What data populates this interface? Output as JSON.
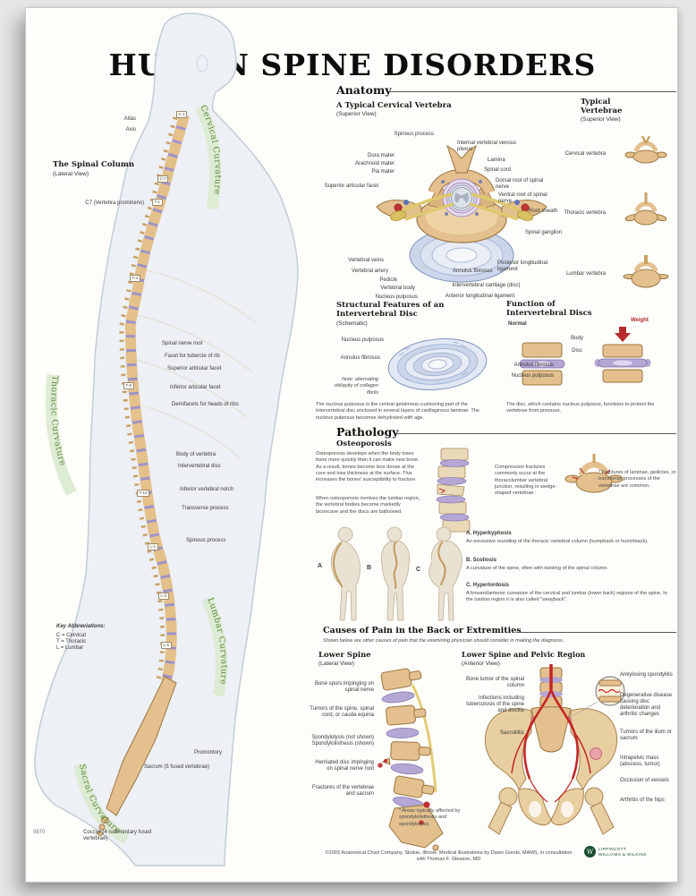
{
  "poster": {
    "title": "HUMAN SPINE DISORDERS",
    "item_number": "9870",
    "copyright": "©2003 Anatomical Chart Company, Skokie, Illinois. Medical illustrations by Dawn Gorski, MAMS, in consultation with Thomas F. Gleason, MD",
    "publisher_line1": "LIPPINCOTT",
    "publisher_line2": "WILLIAMS & WILKINS"
  },
  "spinal_column": {
    "title": "The Spinal Column",
    "subtitle": "(Lateral View)",
    "curvatures": {
      "cervical": "Cervical Curvature",
      "thoracic": "Thoracic Curvature",
      "lumbar": "Lumbar Curvature",
      "sacral": "Sacral Curvature"
    },
    "vertebra_chips": [
      "C-1",
      "C-7",
      "T-1",
      "T-4",
      "T-8",
      "T-12",
      "L-1",
      "L-3",
      "L-5"
    ],
    "labels": {
      "atlas": "Atlas",
      "axis": "Axis",
      "c7": "C7 (Vertebra prominens)",
      "spinal_nerve_root": "Spinal nerve root",
      "facet_tubercle": "Facet for tubercle of rib",
      "superior_facet": "Superior articular facet",
      "inferior_facet": "Inferior articular facet",
      "demifacets": "Demifacets for heads of ribs",
      "body_of_vertebra": "Body of vertebra",
      "intervertebral_disc": "Intervertebral disc",
      "inferior_notch": "Inferior vertebral notch",
      "transverse_process": "Transverse process",
      "spinous_process": "Spinous process",
      "promontory": "Promontory",
      "sacrum": "Sacrum (5 fused vertebrae)",
      "coccyx": "Coccyx (4 rudimentary fused vertebrae)"
    },
    "key": {
      "title": "Key Abbreviations:",
      "items": [
        "C = Cervical",
        "T = Thoracic",
        "L = Lumbar"
      ]
    }
  },
  "anatomy": {
    "header": "Anatomy",
    "cervical": {
      "title": "A Typical Cervical Vertebra",
      "subtitle": "(Superior View)",
      "labels_left": [
        "Spinous process",
        "Dura mater",
        "Arachnoid mater",
        "Pia mater",
        "Superior articular facet",
        "Vertebral veins",
        "Vertebral artery",
        "Pedicle",
        "Vertebral body",
        "Nucleus pulposus"
      ],
      "labels_right": [
        "Internal vertebral venous plexus",
        "Lamina",
        "Spinal cord",
        "Dorsal root of spinal nerve",
        "Ventral root of spinal nerve",
        "Root sheath",
        "Spinal ganglion",
        "Posterior longitudinal ligament",
        "Annulus fibrosus",
        "Intervertebral cartilage (disc)",
        "Anterior longitudinal ligament"
      ]
    },
    "typical": {
      "title": "Typical Vertebrae",
      "subtitle": "(Superior View)",
      "items": [
        "Cervical vertebra",
        "Thoracic vertebra",
        "Lumbar vertebra"
      ]
    },
    "disc_structure": {
      "title": "Structural Features of an Intervertebral Disc",
      "subtitle": "(Schematic)",
      "nucleus": "Nucleus pulposus",
      "annulus": "Annulus fibrosus",
      "note": "Note: alternating obliquity of collagen fibrils",
      "caption": "The nucleus pulposus is the central gelatinous cushioning part of the intervertebral disc enclosed in several layers of cartilaginous laminae. The nucleus pulposus becomes dehydrated with age."
    },
    "disc_function": {
      "title": "Function of Intervertebral Discs",
      "normal": "Normal",
      "weight": "Weight",
      "body": "Body",
      "disc": "Disc",
      "annulus": "Annulus fibrosus",
      "nucleus": "Nucleus pulposus",
      "caption": "The disc, which contains nucleus pulposus, functions to protect the vertebrae from pressure."
    }
  },
  "pathology": {
    "header": "Pathology",
    "osteoporosis": {
      "title": "Osteoporosis",
      "para1": "Osteoporosis develops when the body loses bone more quickly than it can make new bone. As a result, bones become less dense at the core and lose thickness at the surface. This increases the bones' susceptibility to fracture.",
      "para2": "When osteoporosis involves the lumbar region, the vertebral bodies become markedly biconcave and the discs are ballooned.",
      "compression_note": "Compression fractures commonly occur at the thoracolumbar vertebral junction, resulting in wedge-shaped vertebrae",
      "fracture_note": "* Fractures of laminae, pedicles, or transverse processes of the vertebrae are common."
    },
    "deformities": {
      "letters": [
        "A",
        "B",
        "C"
      ],
      "items": [
        {
          "name": "A. Hyperkyphosis",
          "desc": "An excessive rounding of the thoracic vertebral column (humpback or hunchback)."
        },
        {
          "name": "B. Scoliosis",
          "desc": "A curvature of the spine, often with twisting of the spinal column."
        },
        {
          "name": "C. Hyperlordosis",
          "desc": "A forward/anterior curvature of the cervical and lumbar (lower back) regions of the spine. In the lumbar region it is also called \"swayback\"."
        }
      ]
    }
  },
  "causes": {
    "header": "Causes of Pain in the Back or Extremities",
    "subtext": "Shown below are other causes of pain that the examining physician should consider in making the diagnosis.",
    "lower_spine": {
      "title": "Lower Spine",
      "subtitle": "(Lateral View)",
      "labels": [
        "Bone spurs impinging on spinal nerve",
        "Tumors of the spine, spinal cord, or cauda equina",
        "Spondylolysis (not shown) Spondylolisthesis (shown)",
        "Herniated disc impinging on spinal nerve root",
        "Fractures of the vertebrae and sacrum"
      ],
      "footnote": "* Areas typically affected by spondylolisthesis and spondylolysis"
    },
    "pelvic": {
      "title": "Lower Spine and Pelvic Region",
      "subtitle": "(Anterior View)",
      "labels_left": [
        "Bone tumor of the spinal column",
        "Infections including tuberculosis of the spine and discitis",
        "Sacroiliitis"
      ],
      "labels_right": [
        "Ankylosing spondylitis",
        "Degenerative disease causing disc deterioration and arthritic changes",
        "Tumors of the ilium or sacrum",
        "Intrapelvic mass (abscess, tumor)",
        "Occlusion of vessels",
        "Arthritis of the hips"
      ]
    }
  }
}
